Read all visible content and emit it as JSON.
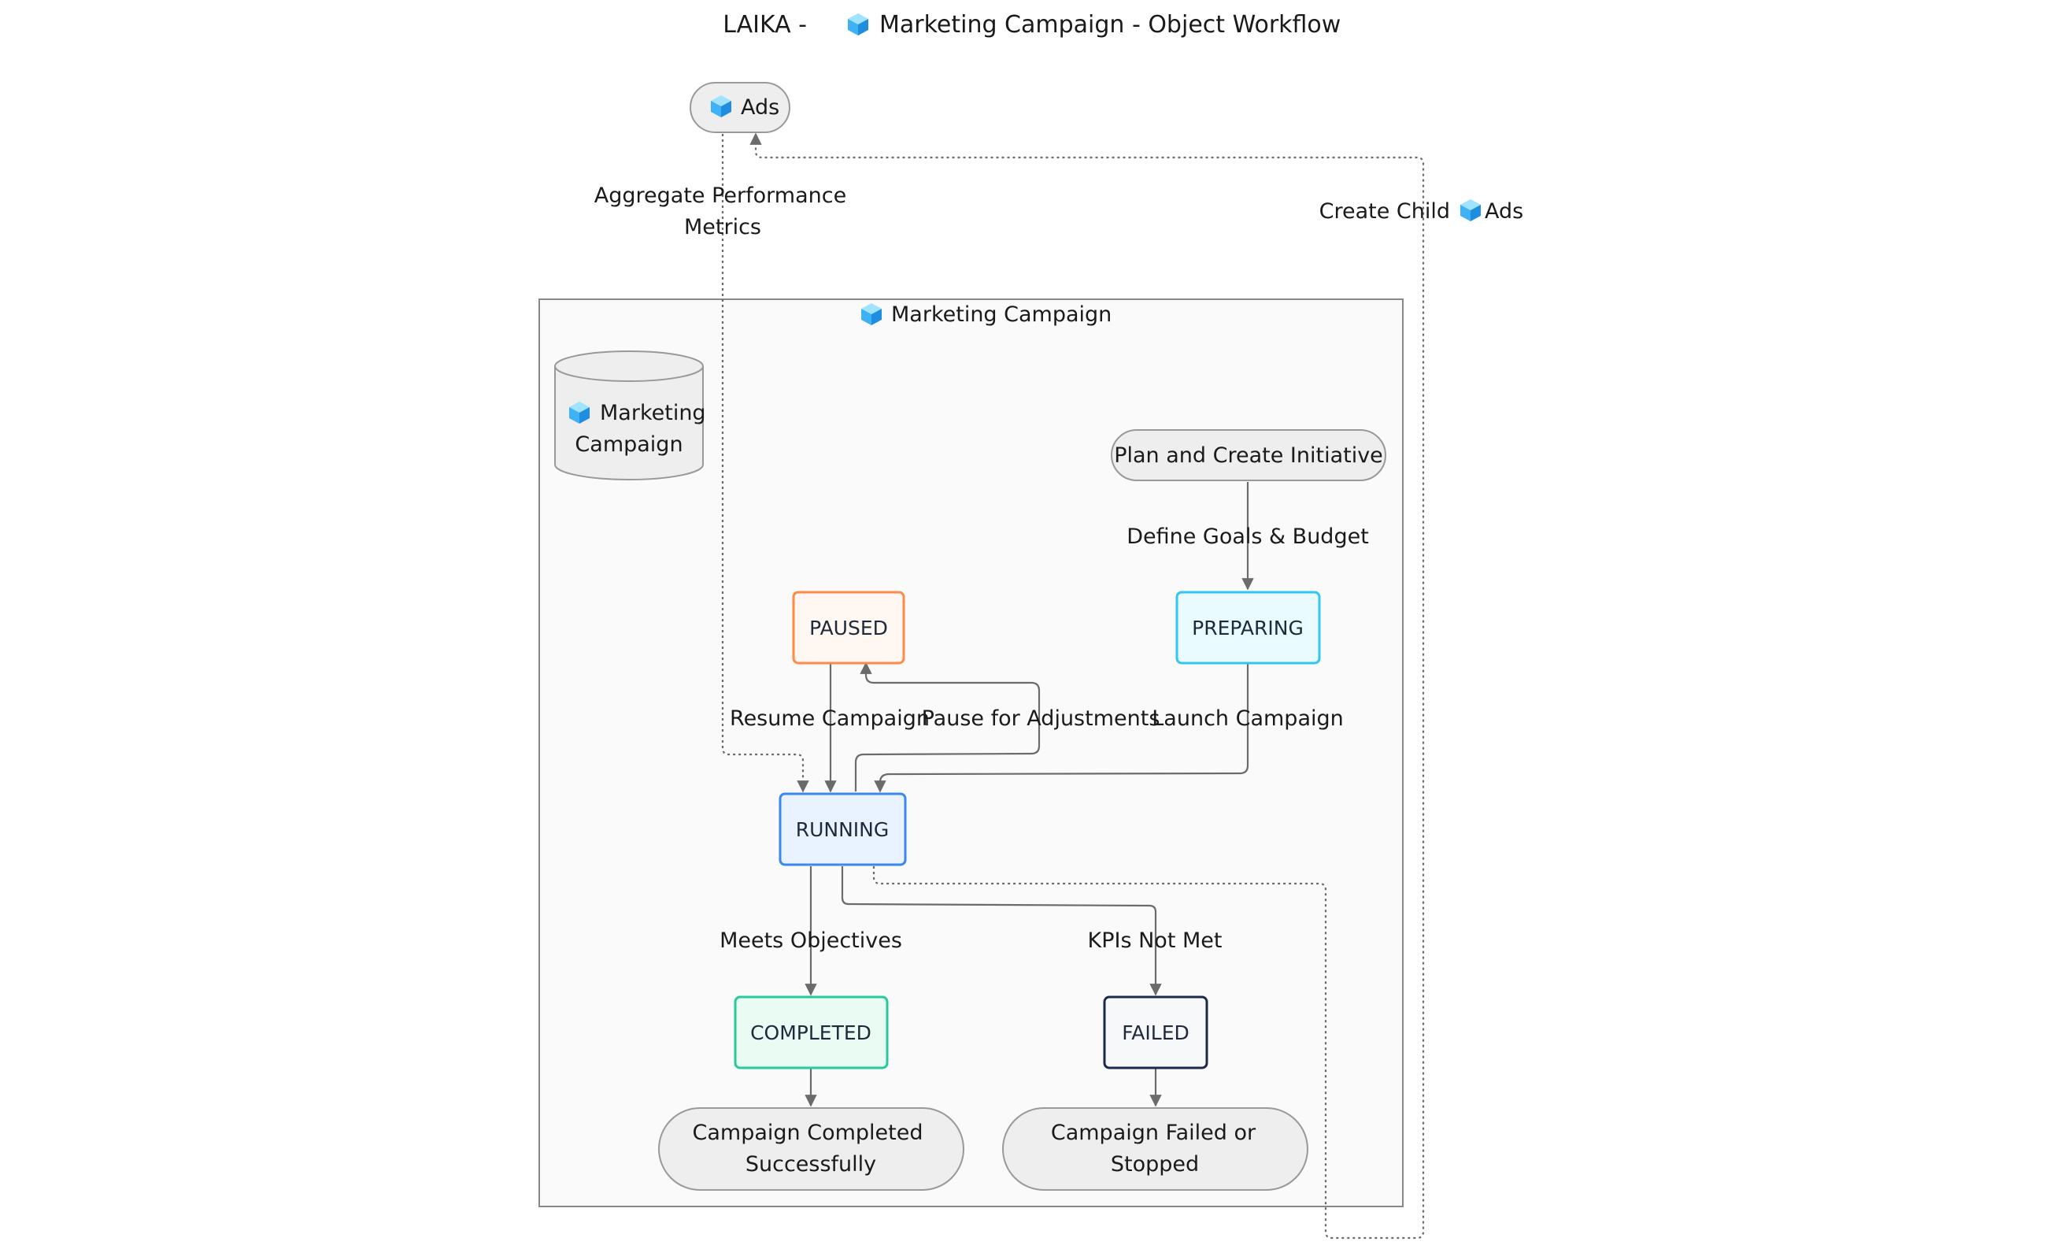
{
  "title": {
    "prefix": "LAIKA - ",
    "text": "Marketing Campaign - Object Workflow",
    "icon": "cube-icon"
  },
  "colors": {
    "cube_light": "#7fd7ff",
    "cube_mid": "#3fb1f5",
    "cube_dark": "#1f8ee0",
    "edge": "#6b6b6b",
    "subgraph_fill": "#fafafa",
    "subgraph_stroke": "#888888",
    "terminal_fill": "#eeeeee",
    "terminal_stroke": "#999999",
    "paused": "#ff8a4c",
    "paused_fill": "#fff7f1",
    "preparing": "#32c6f0",
    "preparing_fill": "#e9fbff",
    "running": "#3b86ef",
    "running_fill": "#e8f3ff",
    "completed": "#27c99a",
    "completed_fill": "#e9fbf3",
    "failed": "#1c2b4a",
    "failed_fill": "#f7f8fa"
  },
  "nodes": {
    "ads": {
      "label": "Ads",
      "icon": "cube-icon"
    },
    "subgraph": {
      "label": "Marketing Campaign",
      "icon": "cube-icon"
    },
    "database": {
      "line1": "Marketing",
      "line2": "Campaign",
      "icon": "cube-icon"
    },
    "plan": {
      "label": "Plan and Create Initiative"
    },
    "paused": {
      "label": "PAUSED"
    },
    "preparing": {
      "label": "PREPARING"
    },
    "running": {
      "label": "RUNNING"
    },
    "completed": {
      "label": "COMPLETED"
    },
    "failed": {
      "label": "FAILED"
    },
    "end_completed": {
      "line1": "Campaign Completed",
      "line2": "Successfully"
    },
    "end_failed": {
      "line1": "Campaign Failed or",
      "line2": "Stopped"
    }
  },
  "edges": {
    "aggregate": {
      "line1": "Aggregate Performance",
      "line2": "Metrics"
    },
    "create_child": {
      "text": "Create Child",
      "suffix": "Ads",
      "icon": "cube-icon"
    },
    "define_goals": "Define Goals & Budget",
    "resume": "Resume Campaign",
    "pause": "Pause for Adjustments",
    "launch": "Launch Campaign",
    "meets": "Meets Objectives",
    "kpis": "KPIs Not Met"
  }
}
